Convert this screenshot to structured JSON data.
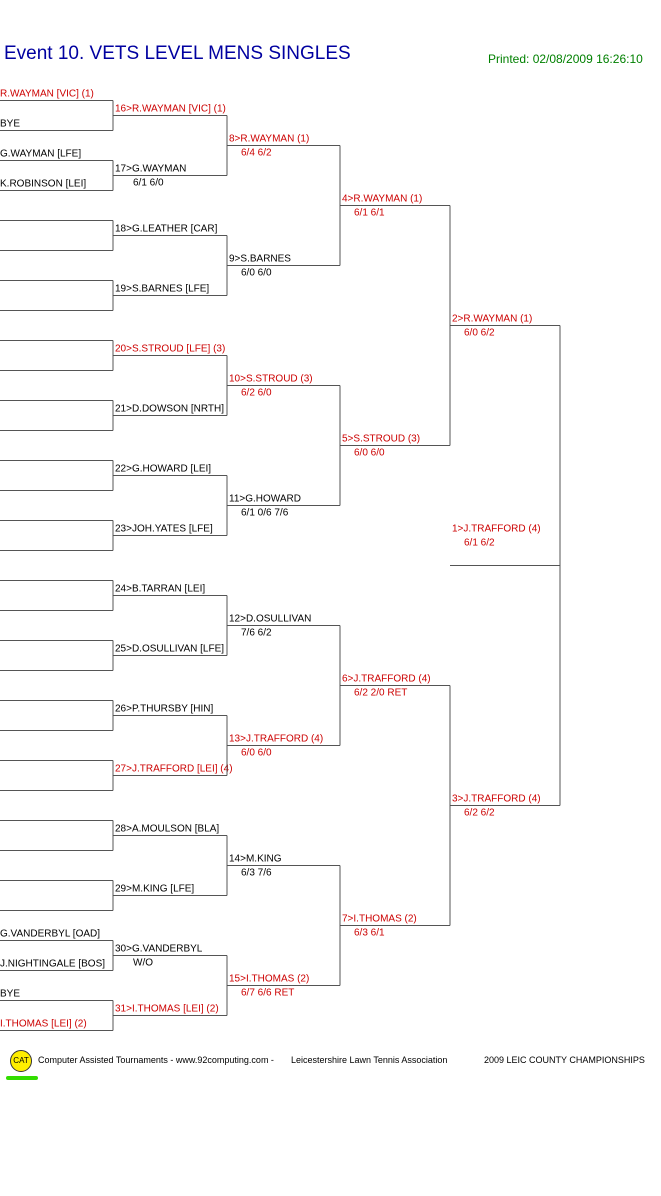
{
  "header": {
    "title": "Event 10. VETS LEVEL MENS SINGLES",
    "printed": "Printed: 02/08/2009 16:26:10"
  },
  "colors": {
    "seeded": "#cc0000",
    "normal": "#000000",
    "title": "#0000a0",
    "printed": "#008000"
  },
  "draw": [
    {
      "name": "R.WAYMAN [VIC] (1)",
      "seeded": true
    },
    {
      "name": "BYE",
      "seeded": false
    },
    {
      "name": "G.WAYMAN [LFE]",
      "seeded": false
    },
    {
      "name": "K.ROBINSON [LEI]",
      "seeded": false
    },
    {
      "name": "",
      "seeded": false
    },
    {
      "name": "",
      "seeded": false
    },
    {
      "name": "",
      "seeded": false
    },
    {
      "name": "",
      "seeded": false
    },
    {
      "name": "",
      "seeded": false
    },
    {
      "name": "",
      "seeded": false
    },
    {
      "name": "",
      "seeded": false
    },
    {
      "name": "",
      "seeded": false
    },
    {
      "name": "",
      "seeded": false
    },
    {
      "name": "",
      "seeded": false
    },
    {
      "name": "",
      "seeded": false
    },
    {
      "name": "",
      "seeded": false
    },
    {
      "name": "",
      "seeded": false
    },
    {
      "name": "",
      "seeded": false
    },
    {
      "name": "",
      "seeded": false
    },
    {
      "name": "",
      "seeded": false
    },
    {
      "name": "",
      "seeded": false
    },
    {
      "name": "",
      "seeded": false
    },
    {
      "name": "",
      "seeded": false
    },
    {
      "name": "",
      "seeded": false
    },
    {
      "name": "",
      "seeded": false
    },
    {
      "name": "",
      "seeded": false
    },
    {
      "name": "",
      "seeded": false
    },
    {
      "name": "",
      "seeded": false
    },
    {
      "name": "G.VANDERBYL [OAD]",
      "seeded": false
    },
    {
      "name": "J.NIGHTINGALE [BOS]",
      "seeded": false
    },
    {
      "name": "BYE",
      "seeded": false
    },
    {
      "name": "I.THOMAS [LEI] (2)",
      "seeded": true
    }
  ],
  "round2": [
    {
      "label": "16>R.WAYMAN [VIC] (1)",
      "score": "",
      "seeded": true
    },
    {
      "label": "17>G.WAYMAN",
      "score": "6/1 6/0",
      "seeded": false
    },
    {
      "label": "18>G.LEATHER [CAR]",
      "score": "",
      "seeded": false
    },
    {
      "label": "19>S.BARNES [LFE]",
      "score": "",
      "seeded": false
    },
    {
      "label": "20>S.STROUD [LFE] (3)",
      "score": "",
      "seeded": true
    },
    {
      "label": "21>D.DOWSON [NRTH]",
      "score": "",
      "seeded": false
    },
    {
      "label": "22>G.HOWARD [LEI]",
      "score": "",
      "seeded": false
    },
    {
      "label": "23>JOH.YATES [LFE]",
      "score": "",
      "seeded": false
    },
    {
      "label": "24>B.TARRAN [LEI]",
      "score": "",
      "seeded": false
    },
    {
      "label": "25>D.OSULLIVAN [LFE]",
      "score": "",
      "seeded": false
    },
    {
      "label": "26>P.THURSBY [HIN]",
      "score": "",
      "seeded": false
    },
    {
      "label": "27>J.TRAFFORD [LEI] (4)",
      "score": "",
      "seeded": true
    },
    {
      "label": "28>A.MOULSON [BLA]",
      "score": "",
      "seeded": false
    },
    {
      "label": "29>M.KING [LFE]",
      "score": "",
      "seeded": false
    },
    {
      "label": "30>G.VANDERBYL",
      "score": "W/O",
      "seeded": false
    },
    {
      "label": "31>I.THOMAS [LEI] (2)",
      "score": "",
      "seeded": true
    }
  ],
  "round3": [
    {
      "label": "8>R.WAYMAN (1)",
      "score": "6/4 6/2",
      "seeded": true
    },
    {
      "label": "9>S.BARNES",
      "score": "6/0 6/0",
      "seeded": false
    },
    {
      "label": "10>S.STROUD (3)",
      "score": "6/2 6/0",
      "seeded": true
    },
    {
      "label": "11>G.HOWARD",
      "score": "6/1 0/6 7/6",
      "seeded": false
    },
    {
      "label": "12>D.OSULLIVAN",
      "score": "7/6 6/2",
      "seeded": false
    },
    {
      "label": "13>J.TRAFFORD (4)",
      "score": "6/0 6/0",
      "seeded": true
    },
    {
      "label": "14>M.KING",
      "score": "6/3 7/6",
      "seeded": false
    },
    {
      "label": "15>I.THOMAS (2)",
      "score": "6/7 6/6 RET",
      "seeded": true
    }
  ],
  "round4": [
    {
      "label": "4>R.WAYMAN (1)",
      "score": "6/1 6/1",
      "seeded": true
    },
    {
      "label": "5>S.STROUD (3)",
      "score": "6/0 6/0",
      "seeded": true
    },
    {
      "label": "6>J.TRAFFORD (4)",
      "score": "6/2 2/0 RET",
      "seeded": true
    },
    {
      "label": "7>I.THOMAS (2)",
      "score": "6/3 6/1",
      "seeded": true
    }
  ],
  "semis": [
    {
      "label": "2>R.WAYMAN (1)",
      "score": "6/0 6/2",
      "seeded": true
    },
    {
      "label": "3>J.TRAFFORD (4)",
      "score": "6/2 6/2",
      "seeded": true
    }
  ],
  "final": {
    "label": "1>J.TRAFFORD (4)",
    "score": "6/1 6/2",
    "seeded": true
  },
  "footer": {
    "logo": "CAT",
    "credit": "Computer Assisted Tournaments - www.92computing.com -",
    "association": "Leicestershire Lawn Tennis Association",
    "championship": "2009 LEIC COUNTY CHAMPIONSHIPS"
  }
}
